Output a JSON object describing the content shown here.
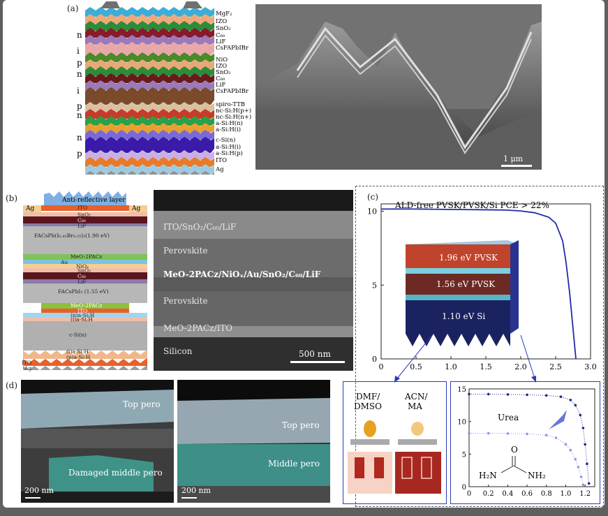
{
  "panel_a": {
    "label": "(a)",
    "layers": [
      "MgF₂",
      "IZO",
      "SnO₂",
      "C₆₀",
      "LiF",
      "CsFAPbIBr",
      "NiO",
      "IZO",
      "SnO₂",
      "C₆₀",
      "LiF",
      "CsFAPbIBr",
      "spiro-TTB",
      "nc-Si:H(p+)",
      "nc-Si:H(n+)",
      "a-Si:H(n)",
      "a-Si:H(i)",
      "c-Si(n)",
      "a-Si:H(i)",
      "a-Si:H(p)",
      "ITO",
      "Ag"
    ],
    "side_letters": [
      "n",
      "i",
      "p",
      "n",
      "i",
      "p",
      "n",
      "n",
      "p"
    ],
    "scale": "1 μm"
  },
  "panel_b": {
    "label": "(b)",
    "arc": "Anti-reflective layer",
    "ag_left": "Ag",
    "ag_right": "Ag",
    "stack_labels": [
      "ITO",
      "SnO₂",
      "C₆₀",
      "LiF",
      "FACsPb(I₀.₄₅Br₀.₅₅)₃(1.90 eV)",
      "MeO-2PACz",
      "Au",
      "NiOₓ",
      "SnO₂",
      "C₆₀",
      "LiF",
      "FACsPbI₃ (1.55 eV)",
      "MeO-2PACz",
      "ITO",
      "(n)a-Si:H",
      "(i)a-Si:H",
      "c-Si(n)",
      "(i)a-Si:H",
      "(p)a-Si:H",
      "ITO",
      "Ag"
    ],
    "sem": [
      "ITO/SnO₂/C₆₀/LiF",
      "Perovskite",
      "MeO-2PACz/NiOₓ/Au/SnO₂/C₆₀/LiF",
      "Perovskite",
      "MeO-2PACz/ITO",
      "Silicon"
    ],
    "scale": "500 nm"
  },
  "panel_c": {
    "label": "(c)",
    "title": "ALD-free PVSK/PVSK/Si PCE > 22%",
    "inset": [
      "1.96 eV PVSK",
      "1.56 eV PVSK",
      "1.10 eV Si"
    ],
    "left_labels": [
      "DMF/",
      "DMSO"
    ],
    "right_labels": [
      "ACN/",
      "MA"
    ],
    "urea": "Urea",
    "mol": {
      "o": "O",
      "n1": "H₂N",
      "n2": "NH₂"
    }
  },
  "panel_d": {
    "label": "(d)",
    "img1": {
      "top": "Top pero",
      "bottom": "Damaged middle pero",
      "scale": "200 nm"
    },
    "img2": {
      "top": "Top pero",
      "bottom": "Middle pero",
      "scale": "200 nm"
    }
  },
  "chart_data": [
    {
      "type": "line",
      "title": "ALD-free PVSK/PVSK/Si PCE > 22%",
      "xlabel": "",
      "ylabel": "",
      "xlim": [
        0,
        3.0
      ],
      "ylim": [
        0,
        10.5
      ],
      "x_ticks": [
        "0",
        "0.5",
        "1.0",
        "1.5",
        "2.0",
        "2.5",
        "3.0"
      ],
      "y_ticks": [
        "0",
        "5",
        "10"
      ],
      "series": [
        {
          "x": [
            0,
            0.5,
            1.0,
            1.5,
            1.8,
            2.0,
            2.2,
            2.4,
            2.5,
            2.6,
            2.65,
            2.7,
            2.74,
            2.77,
            2.79
          ],
          "y": [
            10.15,
            10.15,
            10.12,
            10.1,
            10.08,
            10.02,
            9.9,
            9.6,
            9.2,
            8.0,
            6.5,
            4.5,
            2.5,
            1.0,
            0
          ],
          "color": "#1f2ca8"
        }
      ]
    },
    {
      "type": "scatter",
      "xlim": [
        0,
        1.3
      ],
      "ylim": [
        0,
        15
      ],
      "x_ticks": [
        "0",
        "0.2",
        "0.4",
        "0.6",
        "0.8",
        "1.0",
        "1.2"
      ],
      "y_ticks": [
        "0",
        "5",
        "10",
        "15"
      ],
      "series": [
        {
          "x": [
            0,
            0.2,
            0.4,
            0.6,
            0.8,
            0.95,
            1.05,
            1.1,
            1.15,
            1.18,
            1.2,
            1.22,
            1.24
          ],
          "y": [
            14.2,
            14.2,
            14.15,
            14.1,
            14.0,
            13.8,
            13.3,
            12.5,
            11.0,
            9.0,
            6.5,
            3.5,
            0.5
          ],
          "color": "#1d2b8f"
        },
        {
          "x": [
            0,
            0.2,
            0.4,
            0.6,
            0.8,
            0.9,
            1.0,
            1.05,
            1.1,
            1.13,
            1.16,
            1.18
          ],
          "y": [
            8.2,
            8.2,
            8.15,
            8.1,
            7.9,
            7.5,
            6.5,
            5.6,
            4.2,
            3.0,
            1.5,
            0.3
          ],
          "color": "#8f95e6"
        }
      ]
    }
  ]
}
